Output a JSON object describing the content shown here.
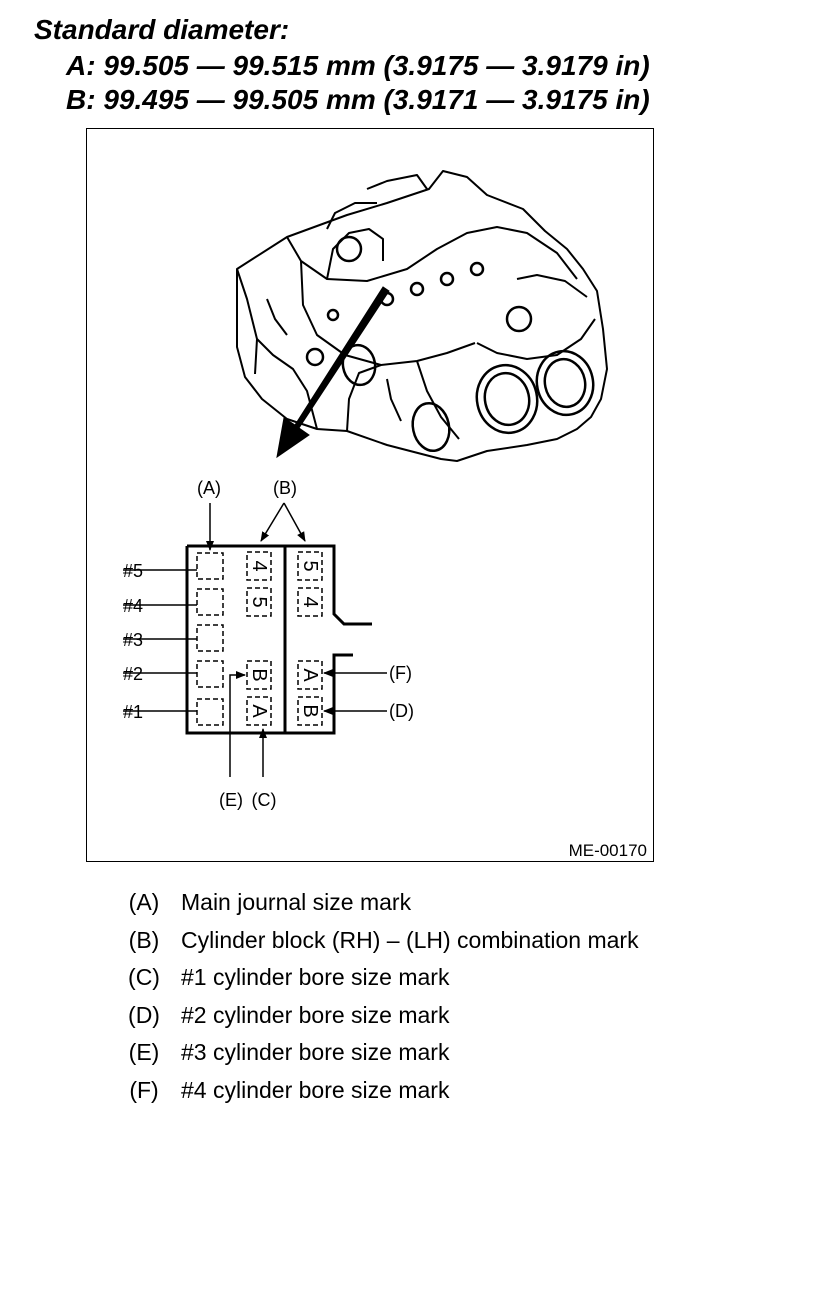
{
  "heading": {
    "title": "Standard diameter:",
    "line_a": "A: 99.505 — 99.515 mm (3.9175 — 3.9179 in)",
    "line_b": "B: 99.495 — 99.505 mm (3.9171 — 3.9175 in)"
  },
  "figure": {
    "code": "ME-00170",
    "callouts": {
      "a": "(A)",
      "b": "(B)",
      "c": "(C)",
      "d": "(D)",
      "e": "(E)",
      "f": "(F)"
    },
    "journals": [
      "#5",
      "#4",
      "#3",
      "#2",
      "#1"
    ],
    "marks": {
      "rh_col1": [
        "4",
        "5"
      ],
      "rh_col2": [
        "5",
        "4"
      ],
      "bore_col1": [
        "B",
        "A"
      ],
      "bore_col2": [
        "A",
        "B"
      ]
    }
  },
  "legend": [
    {
      "key": "(A)",
      "text": "Main journal size mark"
    },
    {
      "key": "(B)",
      "text": "Cylinder block (RH) – (LH) combination mark"
    },
    {
      "key": "(C)",
      "text": "#1 cylinder bore size mark"
    },
    {
      "key": "(D)",
      "text": "#2 cylinder bore size mark"
    },
    {
      "key": "(E)",
      "text": "#3 cylinder bore size mark"
    },
    {
      "key": "(F)",
      "text": "#4 cylinder bore size mark"
    }
  ]
}
